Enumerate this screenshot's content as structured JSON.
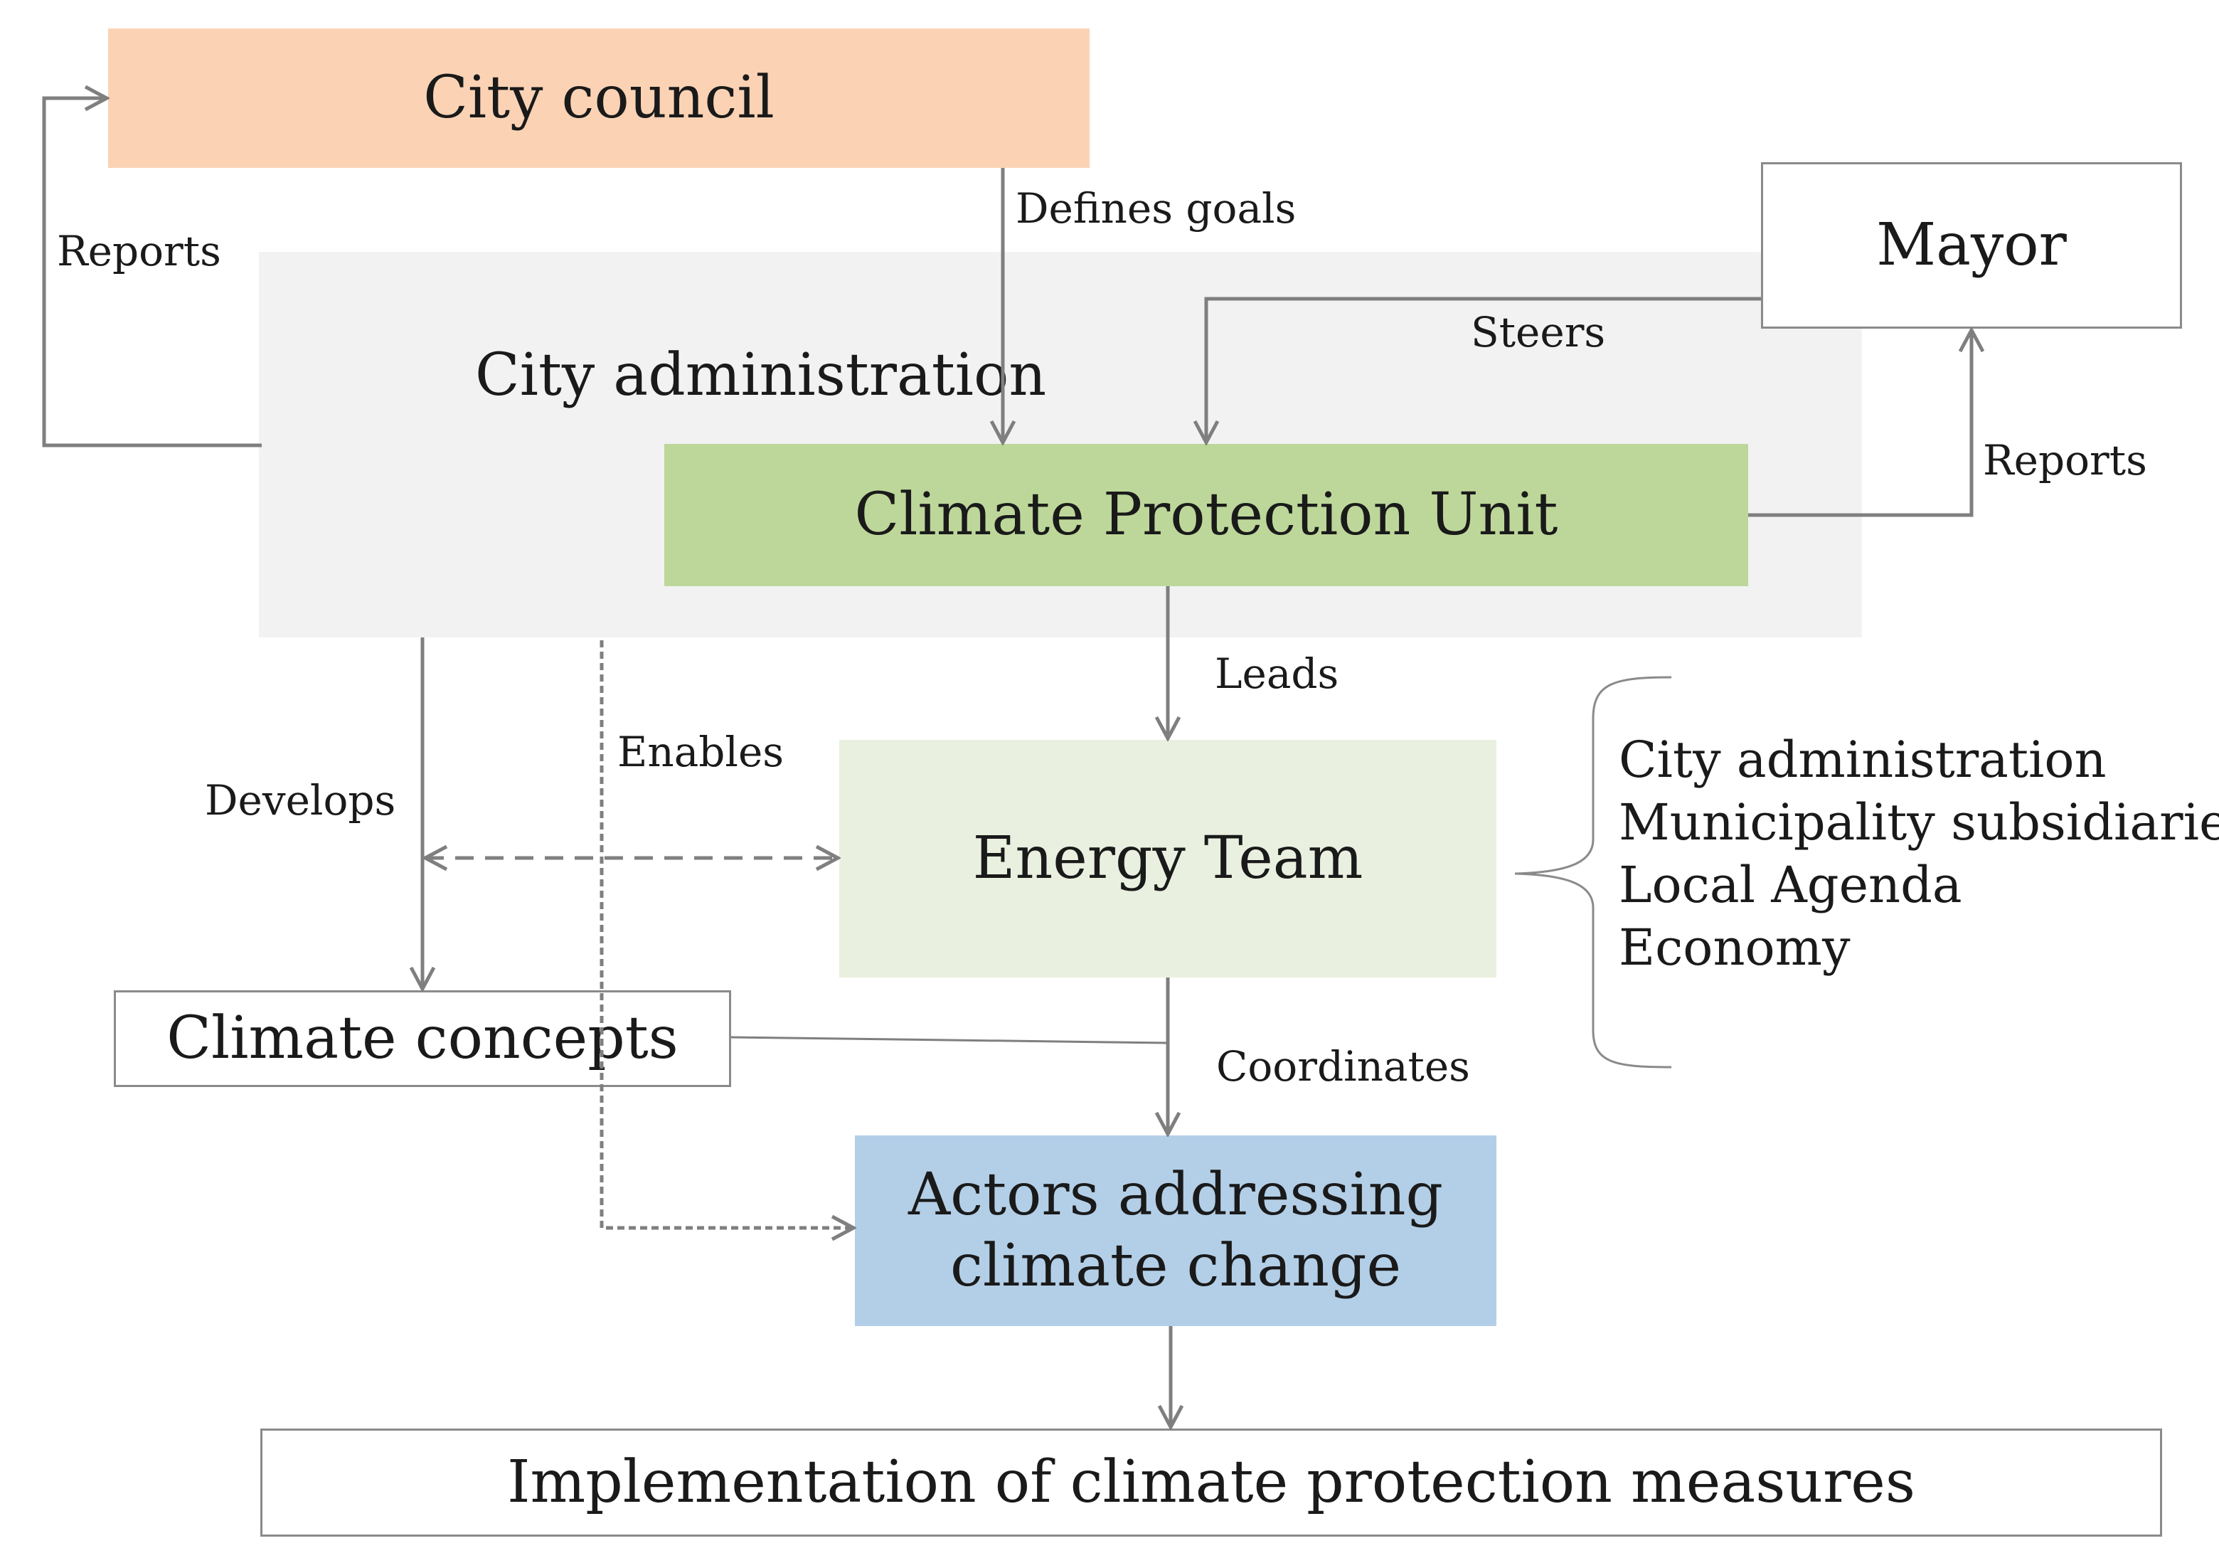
{
  "nodes": {
    "city_council": "City council",
    "city_administration": "City administration",
    "climate_protection_unit": "Climate Protection Unit",
    "mayor": "Mayor",
    "energy_team": "Energy Team",
    "climate_concepts": "Climate concepts",
    "actors_line1": "Actors addressing",
    "actors_line2": "climate change",
    "implementation": "Implementation of climate protection measures"
  },
  "edge_labels": {
    "reports_left": "Reports",
    "defines_goals": "Defines goals",
    "steers": "Steers",
    "reports_right": "Reports",
    "leads": "Leads",
    "enables": "Enables",
    "develops": "Develops",
    "coordinates": "Coordinates"
  },
  "energy_team_members": [
    "City administration",
    "Municipality subsidiaries",
    "Local Agenda",
    "Economy"
  ],
  "colors": {
    "city_council": "#fbd3b4",
    "city_administration": "#f2f2f2",
    "climate_protection_unit": "#bdd79a",
    "energy_team": "#e9f0df",
    "actors": "#b3cfe7",
    "connector": "#7f7f7f"
  }
}
